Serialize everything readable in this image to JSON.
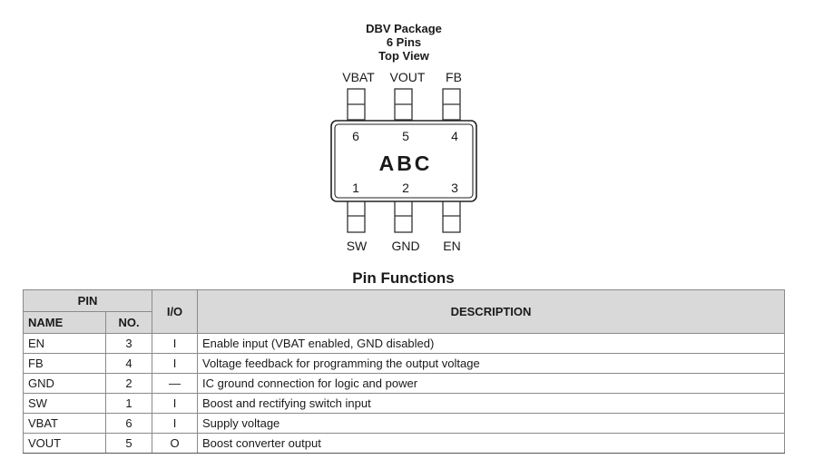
{
  "package": {
    "title_lines": [
      "DBV Package",
      "6 Pins",
      "Top View"
    ],
    "marking": "ABC",
    "top_pins": [
      {
        "name": "VBAT",
        "number": "6"
      },
      {
        "name": "VOUT",
        "number": "5"
      },
      {
        "name": "FB",
        "number": "4"
      }
    ],
    "bottom_pins": [
      {
        "name": "SW",
        "number": "1"
      },
      {
        "name": "GND",
        "number": "2"
      },
      {
        "name": "EN",
        "number": "3"
      }
    ]
  },
  "pin_functions": {
    "title": "Pin Functions",
    "headers": {
      "pin": "PIN",
      "name": "NAME",
      "no": "NO.",
      "io": "I/O",
      "description": "DESCRIPTION"
    },
    "rows": [
      {
        "name": "EN",
        "no": "3",
        "io": "I",
        "description": "Enable input (VBAT enabled, GND disabled)"
      },
      {
        "name": "FB",
        "no": "4",
        "io": "I",
        "description": "Voltage feedback for programming the output voltage"
      },
      {
        "name": "GND",
        "no": "2",
        "io": "—",
        "description": "IC ground connection for logic and power"
      },
      {
        "name": "SW",
        "no": "1",
        "io": "I",
        "description": "Boost and rectifying switch input"
      },
      {
        "name": "VBAT",
        "no": "6",
        "io": "I",
        "description": "Supply voltage"
      },
      {
        "name": "VOUT",
        "no": "5",
        "io": "O",
        "description": "Boost converter output"
      }
    ]
  }
}
